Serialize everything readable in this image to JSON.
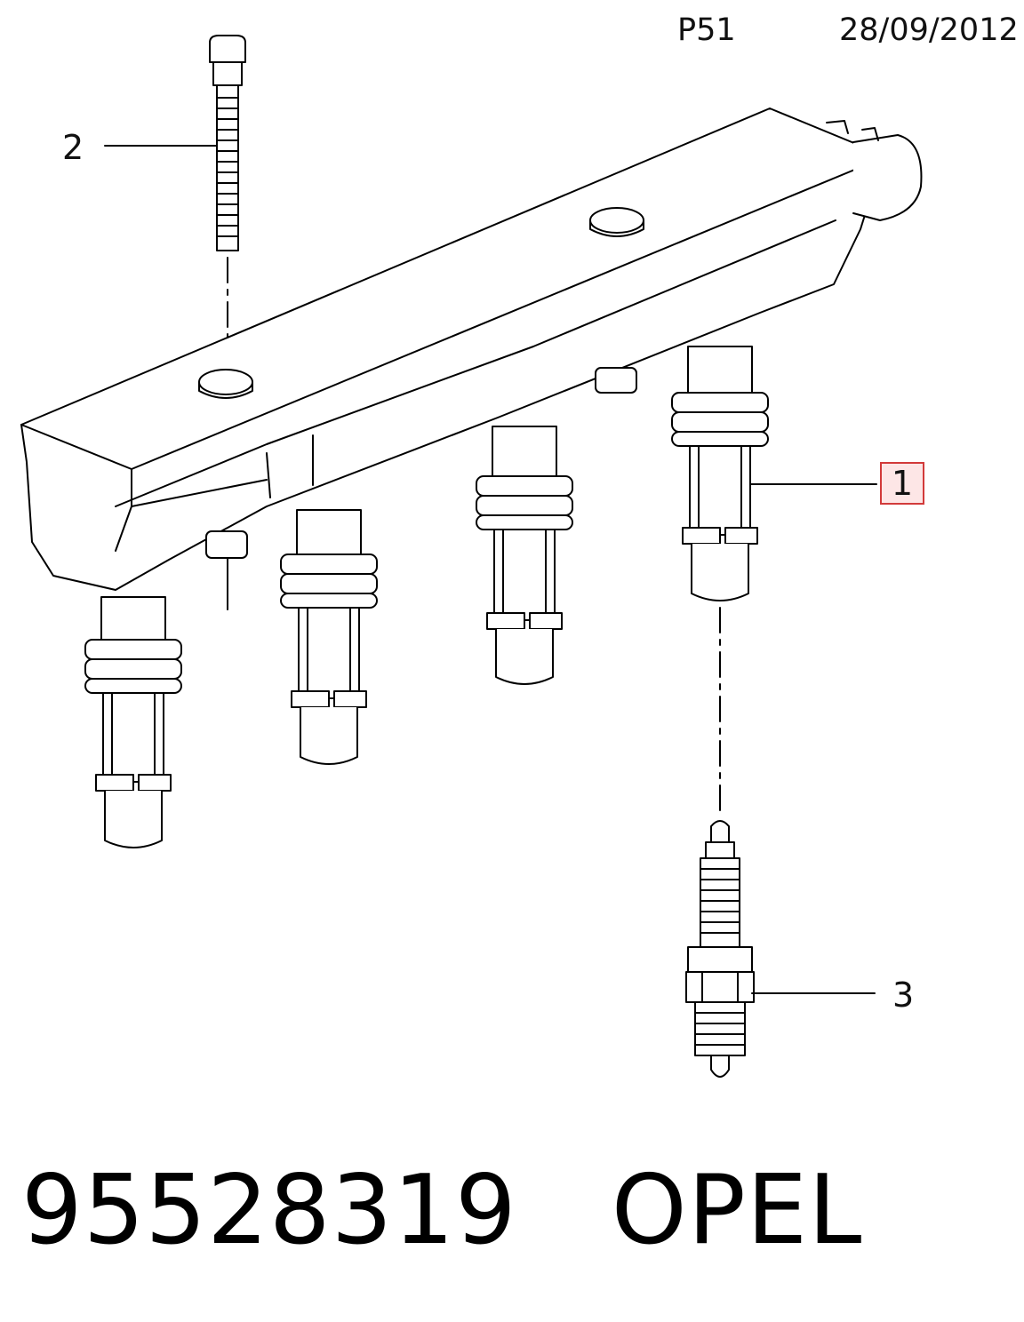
{
  "header": {
    "page_code": "P51",
    "date": "28/09/2012"
  },
  "callouts": {
    "bolt": "2",
    "coil": "1",
    "plug": "3"
  },
  "footer": {
    "part_number": "95528319",
    "brand": "OPEL"
  },
  "colors": {
    "line": "#000000",
    "highlight_border": "#d23a3a",
    "highlight_fill": "#fde6e6"
  }
}
